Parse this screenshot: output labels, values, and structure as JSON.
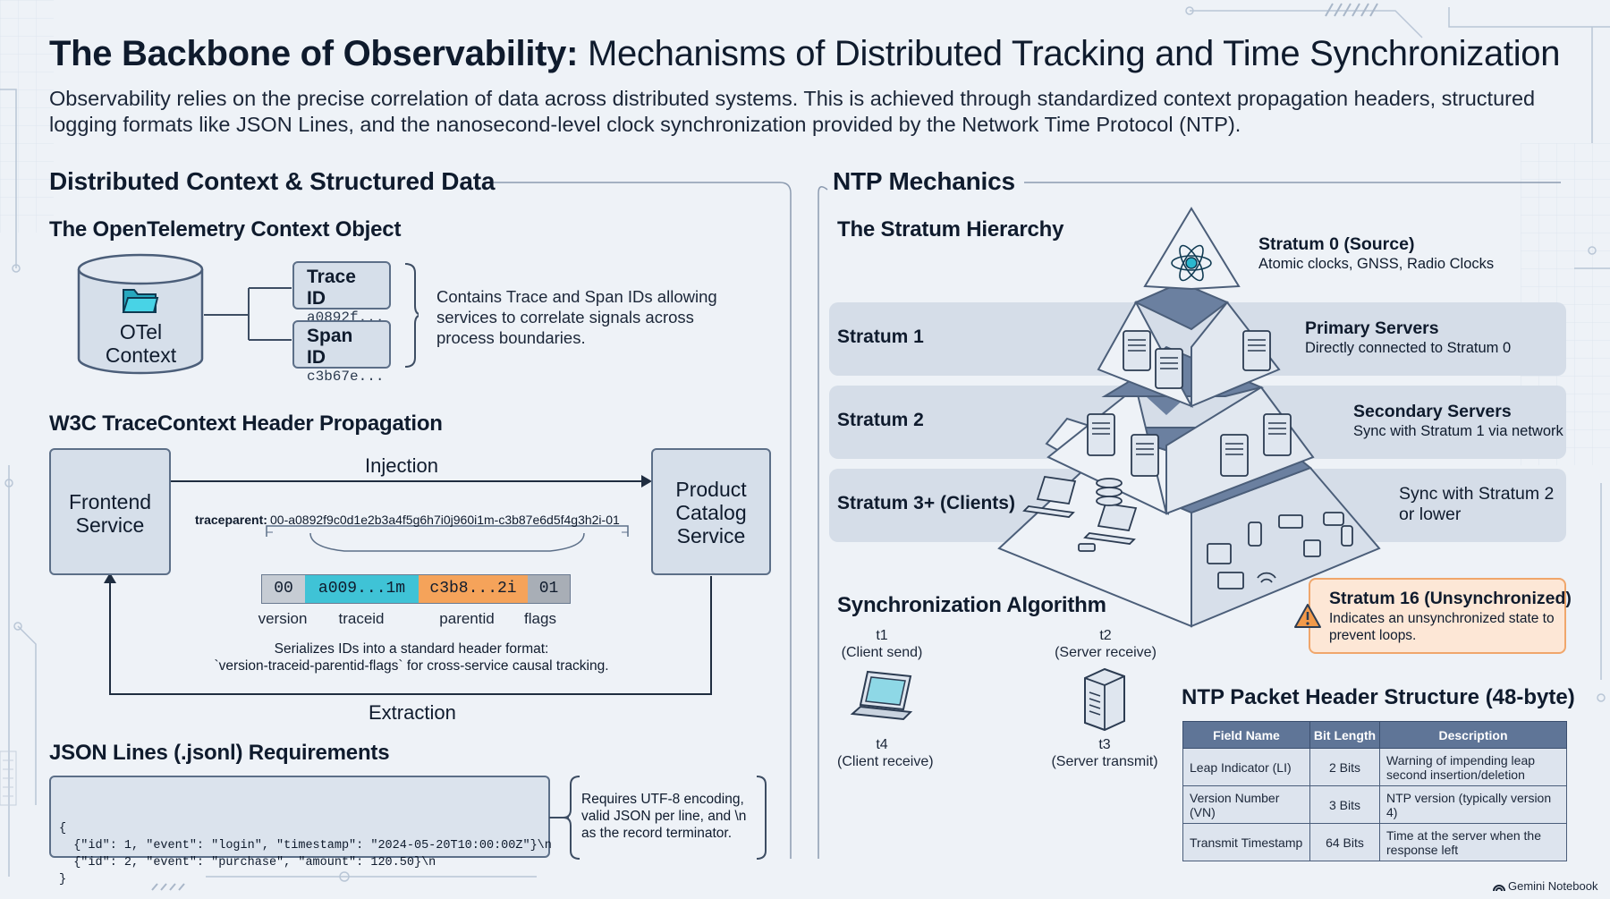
{
  "header": {
    "title_bold": "The Backbone of Observability:",
    "title_rest": " Mechanisms of Distributed Tracking and Time Synchronization",
    "subtitle": "Observability relies on the precise correlation of data across distributed systems. This is achieved through standardized context propagation headers, structured logging formats like JSON Lines, and the nanosecond-level clock synchronization provided by the Network Time Protocol (NTP)."
  },
  "left": {
    "section_title": "Distributed Context & Structured Data",
    "otel": {
      "heading": "The OpenTelemetry Context Object",
      "cylinder_line1": "OTel",
      "cylinder_line2": "Context",
      "trace_label": "Trace ID",
      "trace_value": "a0892f...",
      "span_label": "Span ID",
      "span_value": "c3b67e...",
      "description": "Contains Trace and Span IDs allowing services to correlate signals across process boundaries."
    },
    "w3c": {
      "heading": "W3C TraceContext Header Propagation",
      "frontend_line1": "Frontend",
      "frontend_line2": "Service",
      "product_line1": "Product",
      "product_line2": "Catalog",
      "product_line3": "Service",
      "injection": "Injection",
      "extraction": "Extraction",
      "traceparent_label": "traceparent:",
      "traceparent_value": "00-a0892f9c0d1e2b3a4f5g6h7i0j960i1m-c3b87e6d5f4g3h2i-01",
      "segments": [
        {
          "value": "00",
          "label": "version",
          "color": "#c6ccd4"
        },
        {
          "value": "a009...1m",
          "label": "traceid",
          "color": "#3fc3d6"
        },
        {
          "value": "c3b8...2i",
          "label": "parentid",
          "color": "#f5a35a"
        },
        {
          "value": "01",
          "label": "flags",
          "color": "#a8aeb6"
        }
      ],
      "note_line1": "Serializes IDs into a standard header format:",
      "note_line2": "`version-traceid-parentid-flags` for cross-service causal tracking."
    },
    "jsonl": {
      "heading": "JSON Lines (.jsonl) Requirements",
      "code_line1": "{",
      "code_line2": "  {\"id\": 1, \"event\": \"login\", \"timestamp\": \"2024-05-20T10:00:00Z\"}\\n",
      "code_line3": "  {\"id\": 2, \"event\": \"purchase\", \"amount\": 120.50}\\n",
      "code_line4": "}",
      "requirement": "Requires UTF-8 encoding, valid JSON per line, and \\n as the record terminator."
    }
  },
  "right": {
    "section_title": "NTP Mechanics",
    "stratum_heading": "The Stratum Hierarchy",
    "stratum0_title": "Stratum 0 (Source)",
    "stratum0_desc": "Atomic clocks, GNSS, Radio Clocks",
    "stratum1_label": "Stratum 1",
    "stratum1_title": "Primary Servers",
    "stratum1_desc": "Directly connected to Stratum 0",
    "stratum2_label": "Stratum 2",
    "stratum2_title": "Secondary Servers",
    "stratum2_desc": "Sync with Stratum 1 via network",
    "stratum3_label": "Stratum 3+ (Clients)",
    "stratum3_desc": "Sync with Stratum 2 or lower",
    "stratum16_title": "Stratum 16 (Unsynchronized)",
    "stratum16_desc": "Indicates an unsynchronized state to prevent loops.",
    "sync": {
      "heading": "Synchronization Algorithm",
      "t1": "t1",
      "t1_desc": "(Client send)",
      "t2": "t2",
      "t2_desc": "(Server receive)",
      "t3": "t3",
      "t3_desc": "(Server transmit)",
      "t4": "t4",
      "t4_desc": "(Client receive)"
    },
    "packet": {
      "heading": "NTP Packet Header Structure (48-byte)",
      "columns": [
        "Field Name",
        "Bit Length",
        "Description"
      ],
      "rows": [
        [
          "Leap Indicator (LI)",
          "2 Bits",
          "Warning of impending leap second insertion/deletion"
        ],
        [
          "Version Number (VN)",
          "3 Bits",
          "NTP version (typically version 4)"
        ],
        [
          "Transmit Timestamp",
          "64 Bits",
          "Time at the server when the response left"
        ]
      ]
    }
  },
  "footer": {
    "brand": "Gemini Notebook"
  }
}
